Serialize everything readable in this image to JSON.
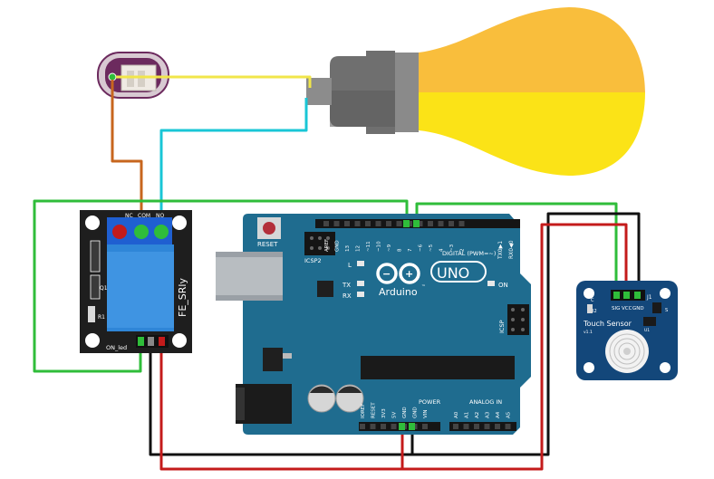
{
  "colors": {
    "arduino_board": "#1f6c8f",
    "relay_board": "#1e1e1e",
    "relay_cube": "#2f86d8",
    "sensor_board": "#13477a",
    "bulb_top": "#f9be3c",
    "bulb_bottom": "#fbe317",
    "bulb_base": "#6f6f6f",
    "wire_green": "#2fbd3a",
    "wire_red": "#c41b1b",
    "wire_black": "#111111",
    "wire_cyan": "#19c6d6",
    "wire_orange": "#c7661e",
    "wire_yellow": "#f1e64a",
    "connector_purple": "#6c2a5e"
  },
  "arduino": {
    "reset_label": "RESET",
    "icsp2_label": "ICSP2",
    "icsp_label": "ICSP",
    "logo_text": "Arduino",
    "logo_tm": "™",
    "model": "UNO",
    "led_l": "L",
    "led_tx": "TX",
    "led_rx": "RX",
    "led_on": "ON",
    "digital_label": "DIGITAL (PWM=~)",
    "tx_pin": "TX0▶1",
    "rx_pin": "RX0◀0",
    "top_pins": [
      "AREF",
      "GND",
      "13",
      "12",
      "~11",
      "~10",
      "~9",
      "8",
      "7",
      "~6",
      "~5",
      "4",
      "~3",
      "2"
    ],
    "power_label": "POWER",
    "analog_label": "ANALOG IN",
    "power_pins": [
      "IOREF",
      "RESET",
      "3V3",
      "5V",
      "GND",
      "GND",
      "VIN"
    ],
    "analog_pins": [
      "A0",
      "A1",
      "A2",
      "A3",
      "A4",
      "A5"
    ]
  },
  "relay": {
    "model": "FE_SRly",
    "on_led": "ON_led",
    "q1": "Q1",
    "r1": "R1",
    "term_nc": "NC",
    "term_com": "COM",
    "term_no": "NO"
  },
  "sensor": {
    "title": "Touch Sensor",
    "version": "v1.1",
    "pins": [
      "SIG",
      "VCC",
      "GND"
    ],
    "j1": "J1",
    "r2": "R2",
    "c": "C",
    "s": "S",
    "u1": "U1"
  },
  "bulb": {}
}
